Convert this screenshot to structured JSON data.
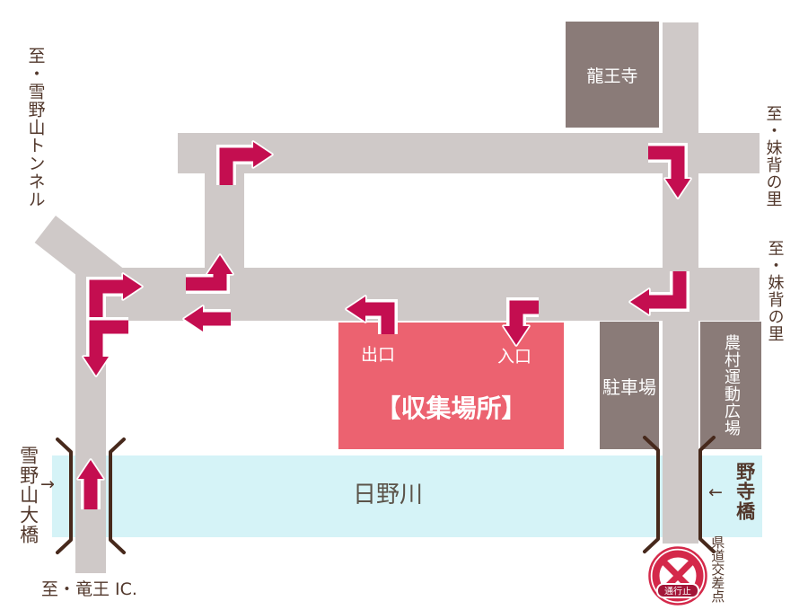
{
  "colors": {
    "road": "#cfc9c8",
    "building": "#8a7b78",
    "site_pink": "#ec6270",
    "river_blue": "#d5f3f7",
    "arrow_crimson": "#c40e50",
    "sign_red": "#d4294a",
    "sign_banner": "#a31638",
    "label_brown": "#52382c"
  },
  "labels": {
    "to_tunnel": "至・雪野山トンネル",
    "to_imose_top": "至・妹背の里",
    "to_imose_mid": "至・妹背の里",
    "to_ryuo_ic": "至・竜王 IC.",
    "kendo_intersection": "県道交差点",
    "west_bridge_pointer": "→",
    "east_bridge_pointer": "←"
  },
  "buildings": {
    "temple": "龍王寺",
    "parking": "駐車場",
    "plaza": "農村運動広場"
  },
  "site": {
    "title": "【収集場所】",
    "exit": "出口",
    "entrance": "入口"
  },
  "river": {
    "name": "日野川"
  },
  "bridges": {
    "west": "雪野山大橋",
    "east": "野寺橋"
  },
  "sign": {
    "label": "通行止"
  },
  "route_arrows": [
    {
      "name": "connector-north-turn-east",
      "points": [
        [
          252,
          206
        ],
        [
          252,
          172
        ],
        [
          282,
          172
        ]
      ],
      "head": [
        303,
        172
      ],
      "dir": "right"
    },
    {
      "name": "east-road-turn-south",
      "points": [
        [
          722,
          170
        ],
        [
          755,
          170
        ],
        [
          755,
          199
        ]
      ],
      "head": [
        755,
        220
      ],
      "dir": "down"
    },
    {
      "name": "east-junction-turn-west",
      "points": [
        [
          757,
          302
        ],
        [
          757,
          336
        ],
        [
          723,
          336
        ]
      ],
      "head": [
        702,
        336
      ],
      "dir": "left"
    },
    {
      "name": "main-road-westbound",
      "points": [
        [
          257,
          355
        ],
        [
          226,
          355
        ]
      ],
      "head": [
        205,
        355
      ],
      "dir": "left"
    },
    {
      "name": "connector-south-turn-north",
      "points": [
        [
          207,
          316
        ],
        [
          245,
          316
        ],
        [
          245,
          305
        ]
      ],
      "head": [
        245,
        284
      ],
      "dir": "up"
    },
    {
      "name": "west-junction-turn-east",
      "points": [
        [
          107,
          357
        ],
        [
          107,
          319
        ],
        [
          137,
          319
        ]
      ],
      "head": [
        158,
        319
      ],
      "dir": "right"
    },
    {
      "name": "west-junction-turn-south",
      "points": [
        [
          143,
          364
        ],
        [
          107,
          364
        ],
        [
          107,
          397
        ]
      ],
      "head": [
        107,
        418
      ],
      "dir": "down"
    },
    {
      "name": "yukinoyama-bridge-northbound",
      "points": [
        [
          101,
          567
        ],
        [
          101,
          533
        ]
      ],
      "head": [
        101,
        512
      ],
      "dir": "up"
    },
    {
      "name": "site-exit-turn-west",
      "points": [
        [
          432,
          372
        ],
        [
          432,
          344
        ],
        [
          407,
          344
        ]
      ],
      "head": [
        386,
        344
      ],
      "dir": "left"
    },
    {
      "name": "site-entrance-turn-south",
      "points": [
        [
          600,
          342
        ],
        [
          575,
          342
        ],
        [
          575,
          364
        ]
      ],
      "head": [
        575,
        384
      ],
      "dir": "down"
    }
  ]
}
